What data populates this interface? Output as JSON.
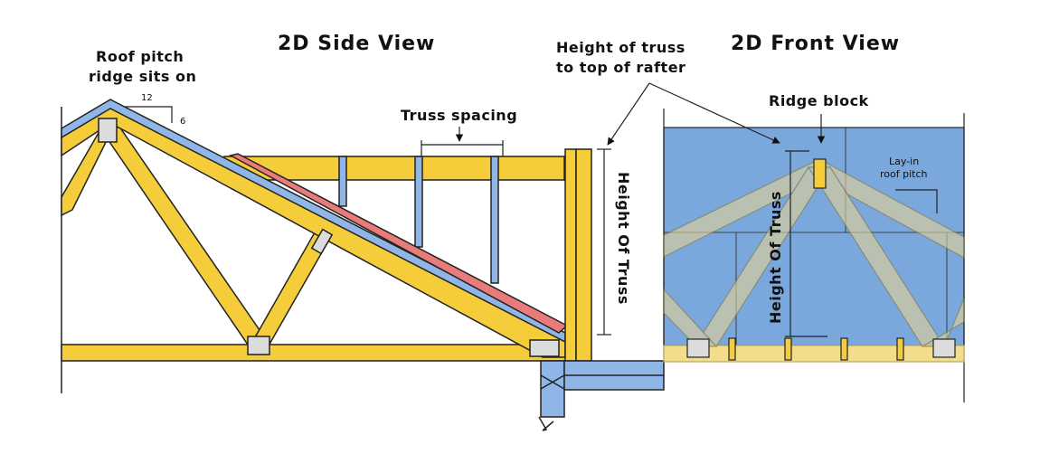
{
  "titles": {
    "side": "2D Side View",
    "front": "2D Front View"
  },
  "labels": {
    "roof_pitch_1": "Roof pitch",
    "roof_pitch_2": "ridge sits on",
    "pitch_run": "12",
    "pitch_rise": "6",
    "truss_spacing": "Truss spacing",
    "height_rafter_1": "Height of truss",
    "height_rafter_2": "to top of rafter",
    "height_of_truss_side": "Height Of Truss",
    "ridge_block": "Ridge block",
    "lay_in_1": "Lay-in",
    "lay_in_2": "roof pitch",
    "height_of_truss_front": "Height Of Truss"
  },
  "colors": {
    "lumber": "#f5cc3a",
    "lumber_front": "#e6d394",
    "blue_rafter": "#8fb6e6",
    "red_rafter": "#e97b7b",
    "sheathing": "#7aa8dc",
    "plate": "#dcdcdc"
  }
}
